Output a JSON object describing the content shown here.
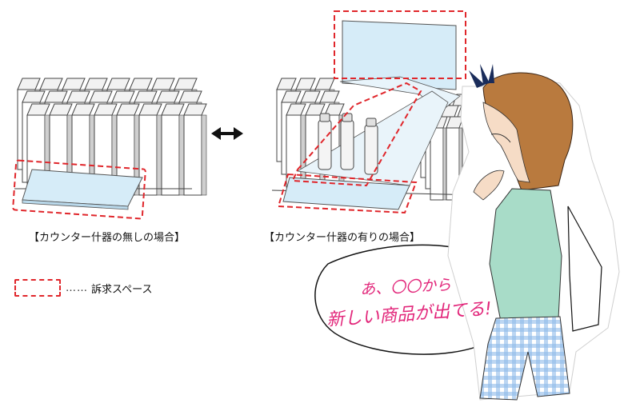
{
  "captions": {
    "without_counter_fixture": "【カウンター什器の無しの場合】",
    "with_counter_fixture": "【カウンター什器の有りの場合】"
  },
  "legend": {
    "dots": "……",
    "label": "訴求スペース"
  },
  "speech_bubble": {
    "line1": "あ、〇〇から",
    "line2": "新しい商品が出てる!"
  },
  "colors": {
    "appeal_dash": "#e0262b",
    "panel_blue": "#d6ecf8",
    "speech_pink": "#e2267a",
    "hair": "#b97a3e",
    "top": "#a8dcc8",
    "check": "#6fa6e0"
  }
}
